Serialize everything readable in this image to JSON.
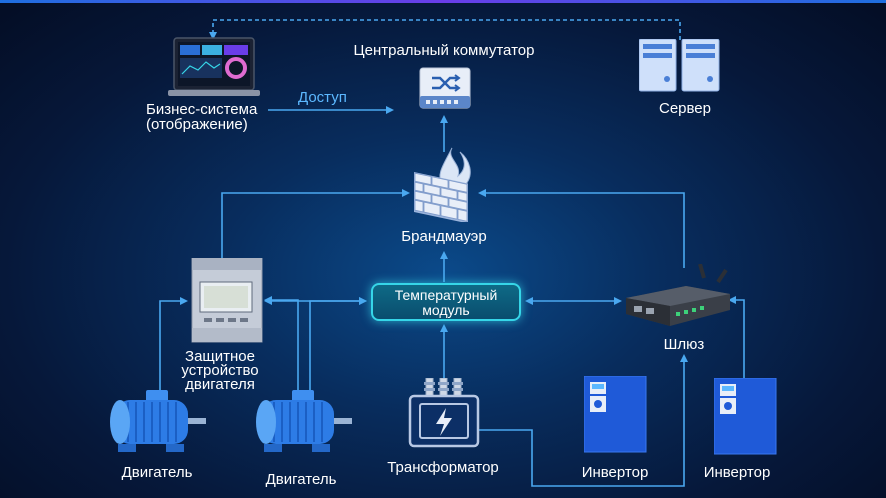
{
  "nodes": {
    "switch": "Центральный коммутатор",
    "business_line1": "Бизнес-система",
    "business_line2": "(отображение)",
    "server": "Сервер",
    "firewall": "Брандмауэр",
    "temp_module_line1": "Температурный",
    "temp_module_line2": "модуль",
    "gateway": "Шлюз",
    "protection_line1": "Защитное",
    "protection_line2": "устройство",
    "protection_line3": "двигателя",
    "motor1": "Двигатель",
    "motor2": "Двигатель",
    "transformer": "Трансформатор",
    "inverter1": "Инвертор",
    "inverter2": "Инвертор"
  },
  "edges": {
    "access_label": "Доступ"
  },
  "colors": {
    "link": "#4aa8f0",
    "accent_cyan": "#36d6e8",
    "background": "#06183a"
  },
  "icons": [
    "laptop-icon",
    "switch-icon",
    "server-icon",
    "firewall-icon",
    "protection-device-icon",
    "gateway-icon",
    "motor-icon",
    "transformer-icon",
    "inverter-icon"
  ]
}
